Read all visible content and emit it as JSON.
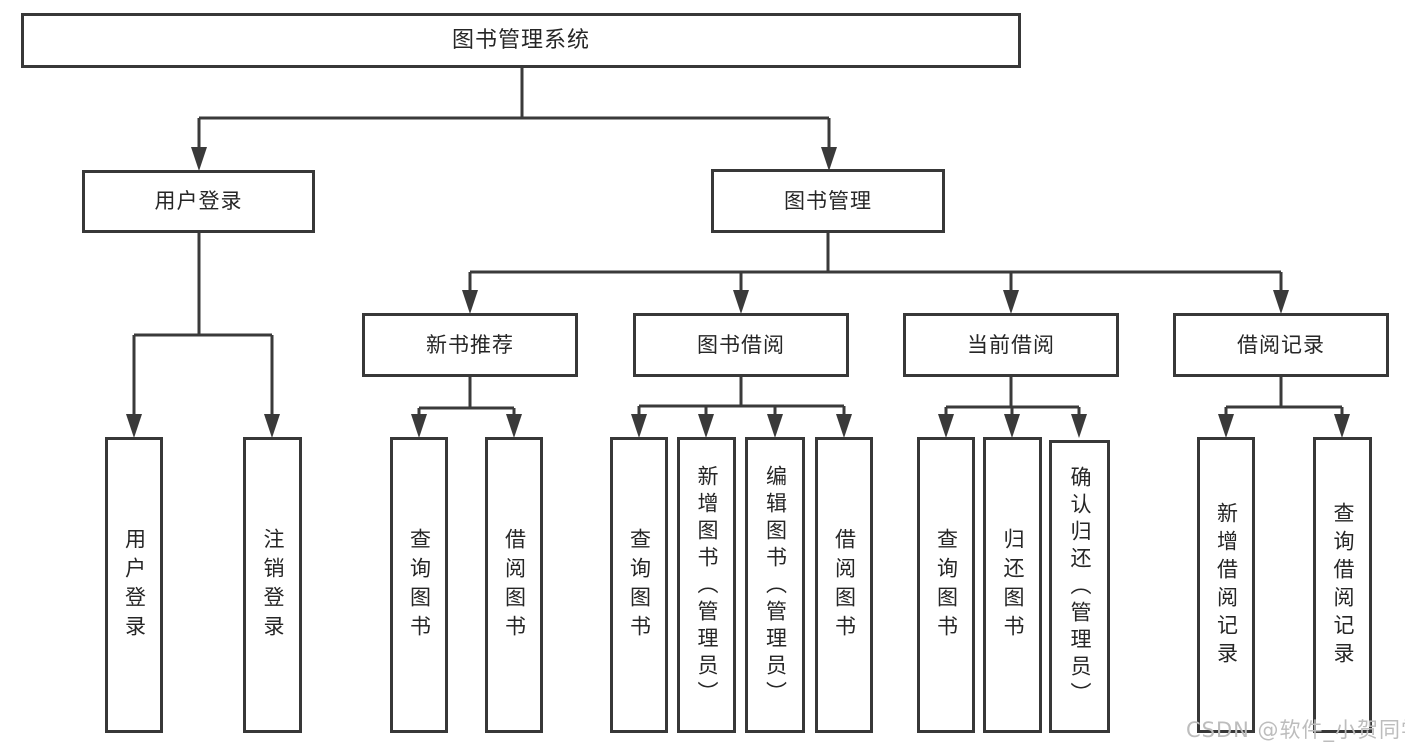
{
  "diagram_title": "图书管理系统",
  "watermark": "CSDN @软件_小贺同学",
  "colors": {
    "line": "#3a3a3a",
    "box_border": "#383838",
    "text": "#262626",
    "watermark": "#bdbdbd",
    "background": "#ffffff"
  },
  "tree": {
    "label": "图书管理系统",
    "children": [
      {
        "label": "用户登录",
        "children": [
          {
            "label": "用户登录"
          },
          {
            "label": "注销登录"
          }
        ]
      },
      {
        "label": "图书管理",
        "children": [
          {
            "label": "新书推荐",
            "children": [
              {
                "label": "查询图书"
              },
              {
                "label": "借阅图书"
              }
            ]
          },
          {
            "label": "图书借阅",
            "children": [
              {
                "label": "查询图书"
              },
              {
                "label": "新增图书（管理员）"
              },
              {
                "label": "编辑图书（管理员）"
              },
              {
                "label": "借阅图书"
              }
            ]
          },
          {
            "label": "当前借阅",
            "children": [
              {
                "label": "查询图书"
              },
              {
                "label": "归还图书"
              },
              {
                "label": "确认归还（管理员）"
              }
            ]
          },
          {
            "label": "借阅记录",
            "children": [
              {
                "label": "新增借阅记录"
              },
              {
                "label": "查询借阅记录"
              }
            ]
          }
        ]
      }
    ]
  }
}
